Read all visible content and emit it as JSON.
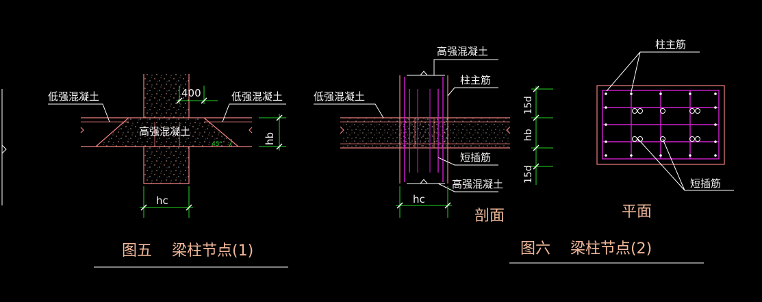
{
  "colors": {
    "background": "#000000",
    "outline": "#f08080",
    "rebar": "#d020d0",
    "dimension": "#22d822",
    "text": "#f2f2f2",
    "title": "#f0b89a",
    "speckle_high": "#f4b090",
    "speckle_low": "#e8e8e8"
  },
  "figure5": {
    "label_left": "低强混凝土",
    "label_right": "低强混凝土",
    "label_center": "高强混凝土",
    "dim_top": "400",
    "dim_right": "hb",
    "dim_bottom": "hc",
    "angle": "45°",
    "title": "图五　 梁柱节点(1)"
  },
  "figure6_section": {
    "label_high_top": "高强混凝土",
    "label_column_bar": "柱主筋",
    "label_low": "低强混凝土",
    "label_short_bar": "短插筋",
    "label_high_bottom": "高强混凝土",
    "dim_top": "15d",
    "dim_mid": "hb",
    "dim_bottom": "15d",
    "dim_width": "hc",
    "caption": "剖面"
  },
  "figure6_plan": {
    "label_column_bar": "柱主筋",
    "label_short_bar": "短插筋",
    "caption": "平面"
  },
  "figure6": {
    "title": "图六　 梁柱节点(2)"
  }
}
